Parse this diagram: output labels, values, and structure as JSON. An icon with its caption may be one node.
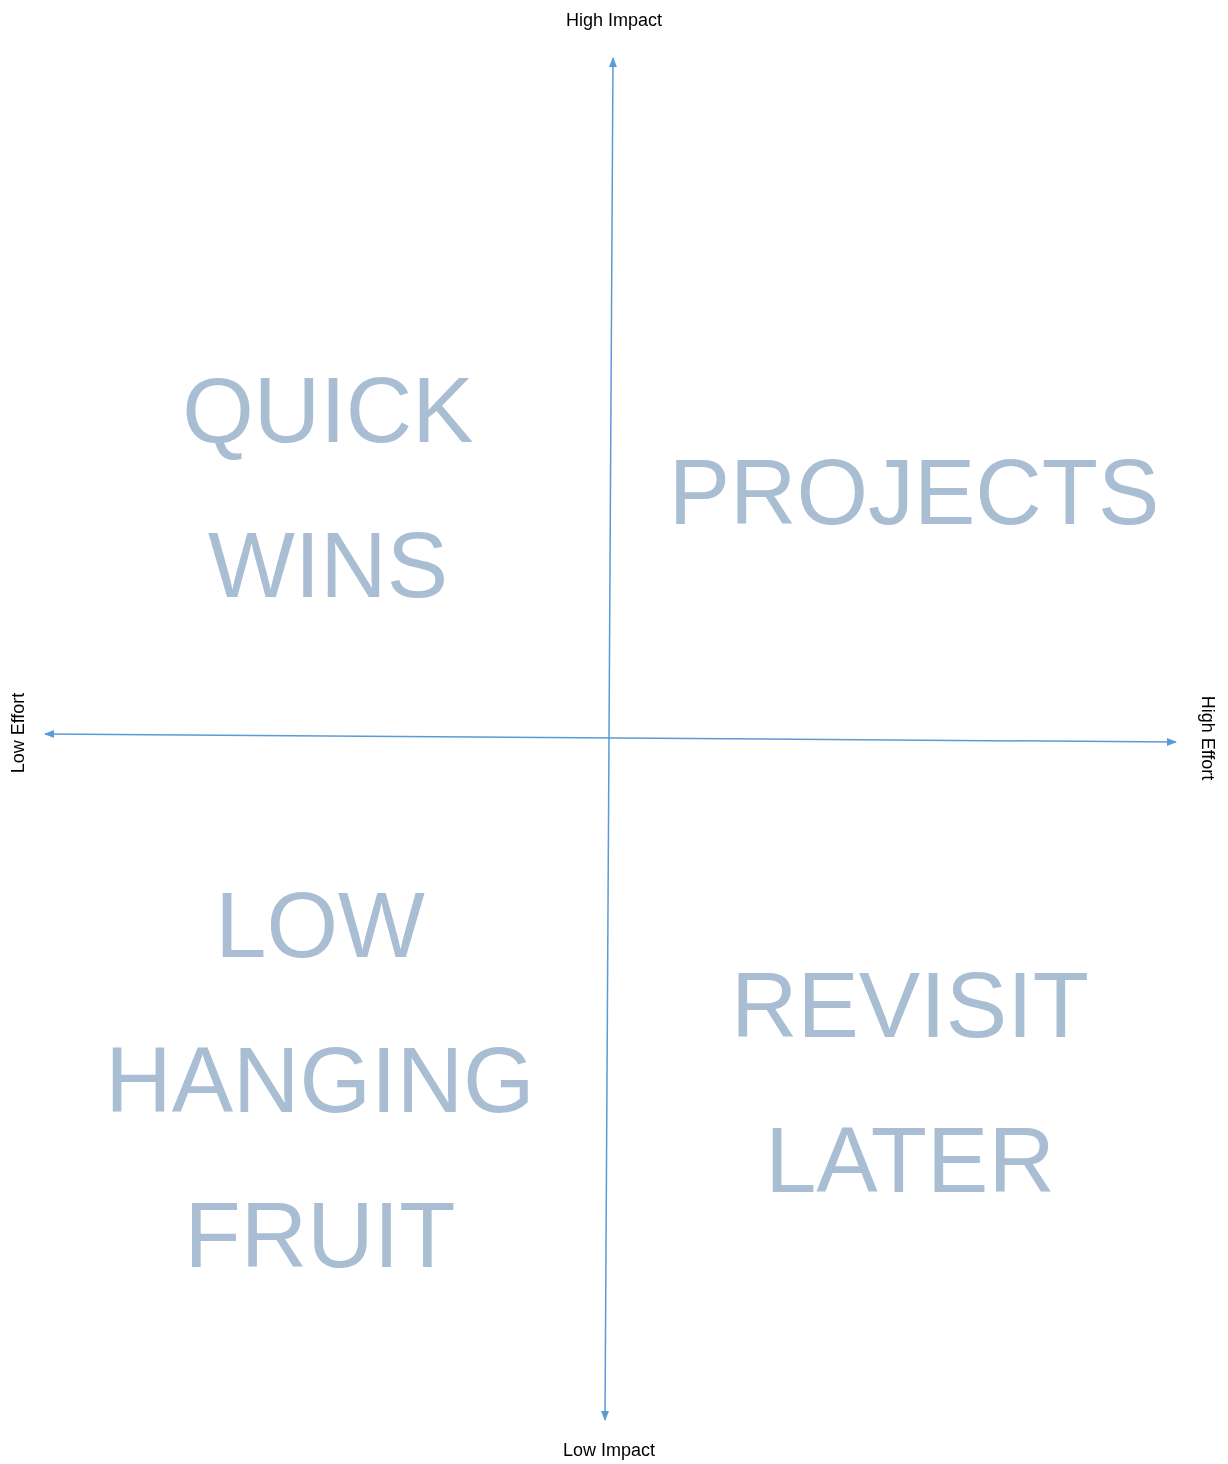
{
  "diagram": {
    "labels": [
      "High Impact",
      "QUICK WINS",
      "PROJECTS",
      "Low Effort",
      "High Effort",
      "LOW HANGING FRUIT",
      "REVISIT LATER",
      "Low Impact"
    ]
  }
}
